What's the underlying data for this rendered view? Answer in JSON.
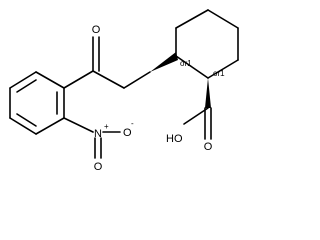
{
  "molecule": {
    "atoms": {
      "ketone_oxygen": "O",
      "nitro_nitrogen": "N",
      "nitro_nitrogen_charge": "+",
      "nitro_oxygen_right": "O",
      "nitro_oxygen_right_charge": "-",
      "nitro_oxygen_bottom": "O",
      "carboxyl_hydroxyl": "HO",
      "carboxyl_oxygen": "O"
    },
    "stereo_labels": {
      "c1": "or1",
      "c2": "or1"
    }
  },
  "colors": {
    "bonds": "#000000",
    "text": "#000000",
    "background": "#ffffff"
  }
}
